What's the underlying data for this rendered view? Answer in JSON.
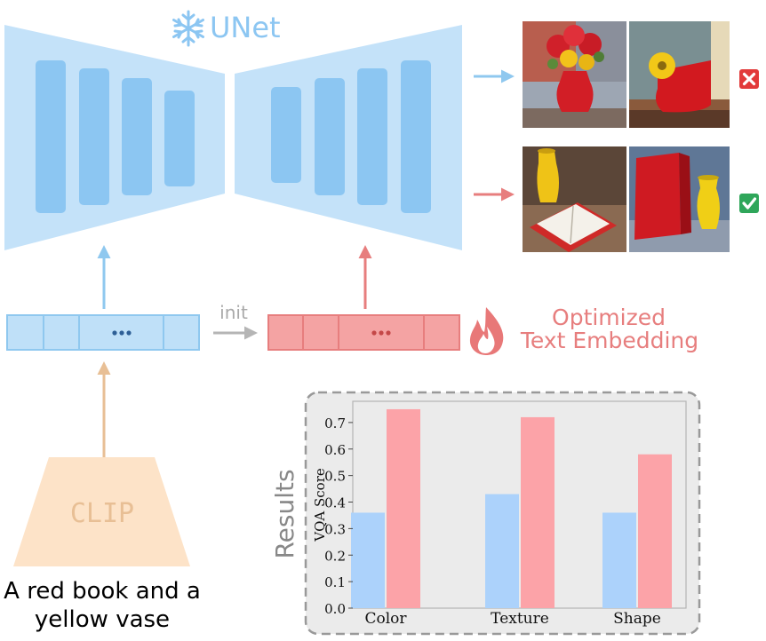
{
  "unet": {
    "title": "UNet",
    "icon": "snowflake-icon"
  },
  "init_label": "init",
  "optimized": {
    "line1": "Optimized",
    "line2": "Text Embedding",
    "icon": "fire-icon"
  },
  "clip": {
    "label": "CLIP"
  },
  "prompt": {
    "line1": "A red book and a",
    "line2": "yellow vase"
  },
  "outputs": {
    "top": {
      "status_icon": "cross-icon",
      "status": "incorrect"
    },
    "bottom": {
      "status_icon": "check-icon",
      "status": "correct"
    }
  },
  "results": {
    "label": "Results"
  },
  "colors": {
    "blue": "#8fc8ef",
    "blue_fill": "#bfe0f8",
    "blue_inner": "#8cc6f2",
    "red": "#e77e7e",
    "red_fill": "#f4a3a3",
    "tan": "#e8bf95",
    "tan_fill": "#fde3c8",
    "bar_blue": "#acd2fb",
    "bar_red": "#fca3a8",
    "check_green": "#2fa65a",
    "cross_red": "#e23a3a"
  },
  "chart_data": {
    "type": "bar",
    "ylabel": "VQA Score",
    "categories": [
      "Color",
      "Texture",
      "Shape"
    ],
    "series": [
      {
        "values": [
          0.36,
          0.43,
          0.36
        ]
      },
      {
        "values": [
          0.75,
          0.72,
          0.58
        ]
      }
    ],
    "ylim": [
      0,
      0.78
    ],
    "yticks": [
      "0.0",
      "0.1",
      "0.2",
      "0.3",
      "0.4",
      "0.5",
      "0.6",
      "0.7"
    ],
    "grid": false,
    "legend": "none"
  }
}
